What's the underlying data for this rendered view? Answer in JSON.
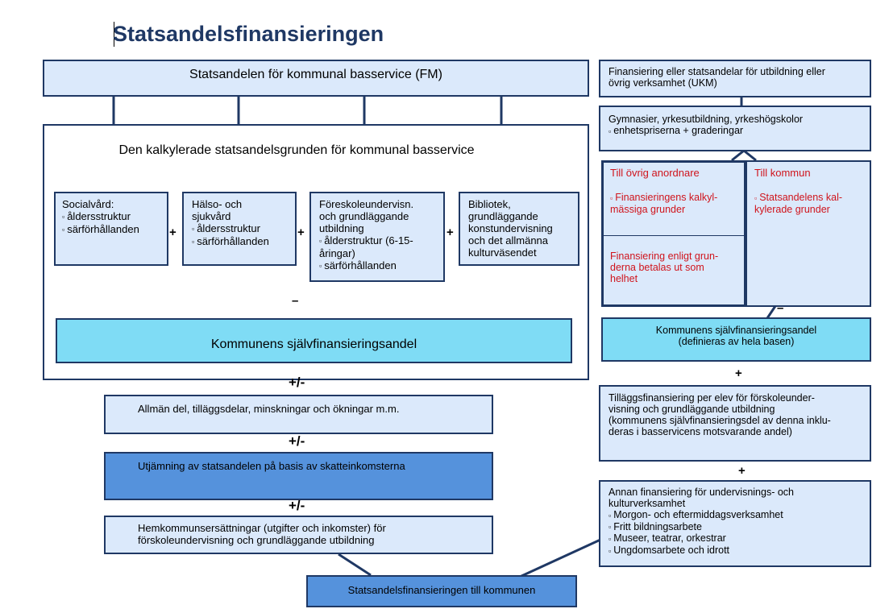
{
  "title": "Statsandelsfinansieringen",
  "fm_box": "Statsandelen för kommunal basservice (FM)",
  "calc_box": {
    "heading": "Den kalkylerade statsandelsgrunden för kommunal basservice",
    "social": {
      "title": "Socialvård:",
      "items": [
        "åldersstruktur",
        "särförhållanden"
      ]
    },
    "health": {
      "title_line1": "Hälso- och",
      "title_line2": "sjukvård",
      "items": [
        "åldersstruktur",
        "särförhållanden"
      ]
    },
    "preschool": {
      "title_line1": "Föreskoleundervisn.",
      "title_line2": "och grundläggande",
      "title_line3": "utbildning",
      "items": [
        "ålderstruktur (6-15-",
        "åringar)",
        "särförhållanden"
      ]
    },
    "library": {
      "line1": "Bibliotek,",
      "line2": "grundläggande",
      "line3": "konstundervisning",
      "line4": "och det allmänna",
      "line5": "kulturväsendet"
    },
    "plus": "+",
    "minus": "–",
    "self_financing": "Kommunens självfinansieringsandel"
  },
  "left_flow": {
    "op1": "+/-",
    "general": "Allmän del, tilläggsdelar,  minskningar  och ökningar  m.m.",
    "op2": "+/-",
    "equalization": "Utjämning  av statsandelen på basis  av skatteinkomsterna",
    "op3": "+/-",
    "home_line1": "Hemkommunsersättningar  (utgifter och inkomster)  för",
    "home_line2": "förskoleundervisning  och grundläggande  utbildning",
    "result": "Statsandelsfinansieringen  till kommunen"
  },
  "ukm": {
    "header_line1": "Finansiering eller statsandelar för utbildning eller",
    "header_line2": "övrig verksamhet (UKM)",
    "gym_line1": "Gymnasier, yrkesutbildning, yrkeshögskolor",
    "gym_line2": "enhetspriserna + graderingar",
    "other_org": {
      "title": "Till övrig anordnare",
      "bullet_line1": "Finansieringens kalkyl-",
      "bullet_line2": "mässiga grunder",
      "fin_line1": "Finansiering enligt grun-",
      "fin_line2": "derna betalas ut som",
      "fin_line3": "helhet"
    },
    "municipality": {
      "title": "Till kommun",
      "bullet_line1": "Statsandelens kal-",
      "bullet_line2": "kylerade grunder"
    },
    "minus": "–",
    "self_line1": "Kommunens självfinansieringsandel",
    "self_line2": "(definieras av hela basen)",
    "plus1": "+",
    "extra_line1": "Tilläggsfinansiering per elev för förskoleunder-",
    "extra_line2": "visning och grundläggande utbildning",
    "extra_line3": "(kommunens självfinansieringsdel av denna inklu-",
    "extra_line4": "deras i basservicens motsvarande andel)",
    "plus2": "+",
    "other_line1": "Annan finansiering för undervisnings- och",
    "other_line2": "kulturverksamhet",
    "other_items": [
      "Morgon- och eftermiddagsverksamhet",
      "Fritt bildningsarbete",
      "Museer, teatrar, orkestrar",
      "Ungdomsarbete och idrott"
    ]
  },
  "colors": {
    "border": "#1f3864",
    "light_fill": "#dbe9fb",
    "cyan_fill": "#7fdcf5",
    "blue_fill": "#5592dc",
    "red_text": "#d0141c",
    "title": "#1f3864"
  }
}
